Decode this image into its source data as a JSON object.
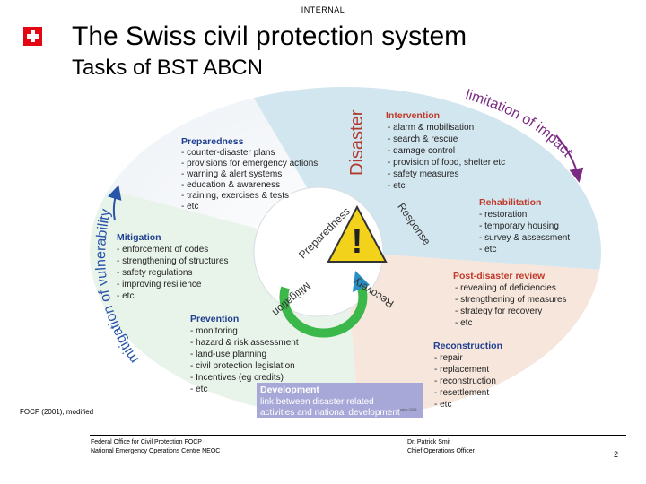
{
  "header": {
    "classification": "INTERNAL",
    "title": "The Swiss civil protection system",
    "subtitle": "Tasks of BST ABCN"
  },
  "diagram": {
    "outer_labels": {
      "disaster": "Disaster",
      "limitation": "limitation of impact",
      "mitigation_vuln": "mitigation of vulnerability"
    },
    "cycle": {
      "preparedness": "Preparedness",
      "response": "Response",
      "recovery": "Recovery",
      "mitigation": "Mitigation"
    },
    "sections": [
      {
        "title": "Preparedness",
        "items": [
          "- counter-disaster plans",
          "- provisions for emergency actions",
          "- warning & alert systems",
          "- education & awareness",
          "- training, exercises & tests",
          "- etc"
        ]
      },
      {
        "title": "Intervention",
        "items": [
          "- alarm & mobilisation",
          "- search & rescue",
          "- damage control",
          "- provision of food, shelter etc",
          "- safety measures",
          "- etc"
        ]
      },
      {
        "title": "Mitigation",
        "items": [
          "- enforcement of codes",
          "- strengthening of structures",
          "- safety regulations",
          "- improving resilience",
          "- etc"
        ]
      },
      {
        "title": "Rehabilitation",
        "items": [
          "- restoration",
          "- temporary housing",
          "- survey & assessment",
          "- etc"
        ]
      },
      {
        "title": "Post-disaster review",
        "items": [
          "- revealing of deficiencies",
          "- strengthening of measures",
          "- strategy for recovery",
          "- etc"
        ]
      },
      {
        "title": "Prevention",
        "items": [
          "- monitoring",
          "- hazard & risk assessment",
          "- land-use planning",
          "- civil protection legislation",
          "- Incentives (eg credits)",
          "- etc"
        ]
      },
      {
        "title": "Reconstruction",
        "items": [
          "- repair",
          "- replacement",
          "- reconstruction",
          "- resettlement",
          "- etc"
        ]
      }
    ],
    "development": {
      "title": "Development",
      "line1": "link between disaster related",
      "line2": "activities and national development"
    },
    "copyright": "sdgv 2005"
  },
  "source": "FOCP (2001), modified",
  "footer": {
    "org_line1": "Federal Office for Civil Protection FOCP",
    "org_line2": "National Emergency Operations Centre NEOC",
    "person_line1": "Dr. Patrick Smit",
    "person_line2": "Chief Operations Officer",
    "page": "2"
  },
  "colors": {
    "flag": "#e30613",
    "heading_red": "#c0392b",
    "heading_blue": "#1f3f8f",
    "heading_purple": "#4a3fa0",
    "arc_blue": "#2855a8",
    "arc_purple": "#7a2a83",
    "dev_box": "#a8a8d8",
    "warning": "#f2d21a",
    "arrow_green": "#3cb84a",
    "arrow_blue": "#2a8fc2"
  }
}
